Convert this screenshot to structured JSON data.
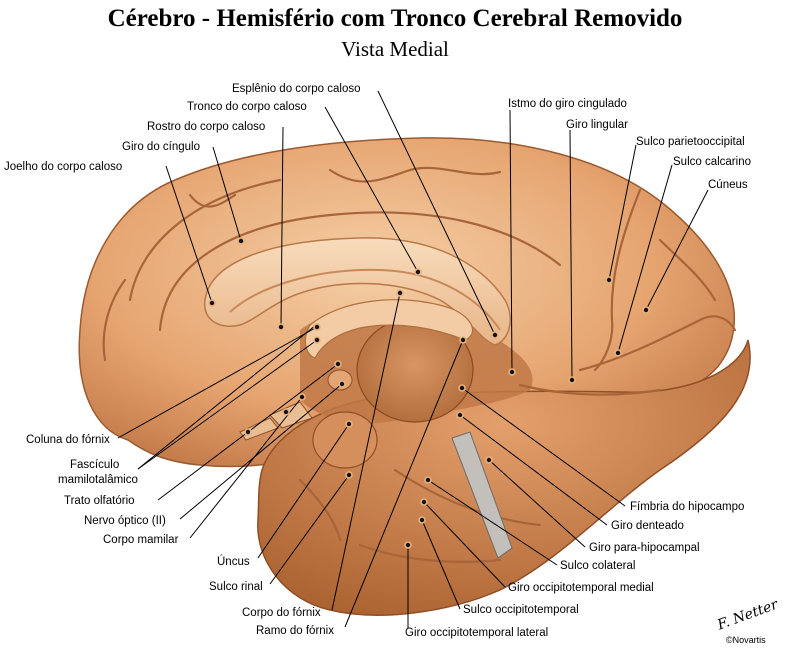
{
  "header": {
    "title": "Cérebro - Hemisfério com Tronco Cerebral Removido",
    "subtitle": "Vista Medial"
  },
  "labels": {
    "esplenio": "Esplênio do corpo caloso",
    "tronco": "Tronco do corpo caloso",
    "rostro": "Rostro do corpo caloso",
    "giro_cingulo": "Giro do cíngulo",
    "joelho": "Joelho do corpo caloso",
    "istmo": "Istmo do giro cingulado",
    "giro_lingular": "Giro lingular",
    "sulco_parietooccipital": "Sulco parietooccipital",
    "sulco_calcarino": "Sulco calcarino",
    "cuneus": "Cúneus",
    "coluna_fornix": "Coluna do fórnix",
    "fasciculo_line1": "Fascículo",
    "fasciculo_line2": "mamilotalâmico",
    "trato_olfatorio": "Trato olfatório",
    "nervo_optico": "Nervo óptico (II)",
    "corpo_mamilar": "Corpo mamilar",
    "uncus": "Úncus",
    "sulco_rinal": "Sulco rinal",
    "corpo_fornix": "Corpo do fórnix",
    "ramo_fornix": "Ramo do fórnix",
    "fimbria": "Fímbria do hipocampo",
    "giro_denteado": "Giro denteado",
    "giro_para_hipocampal": "Giro para-hipocampal",
    "sulco_colateral": "Sulco colateral",
    "giro_ot_medial": "Giro occipitotemporal medial",
    "sulco_ot": "Sulco occipitotemporal",
    "giro_ot_lateral": "Giro occipitotemporal lateral"
  },
  "credit": {
    "signature": "F. Netter",
    "copyright": "©Novartis"
  },
  "colors": {
    "cortex_light": "#f2c59a",
    "cortex_mid": "#e3a06c",
    "cortex_dark": "#b96b3c",
    "sulcus": "#a8653a",
    "callosum": "#f6d2ae",
    "thalamus_cut": "#c98350",
    "cerebellar_region": "#b7703f"
  }
}
